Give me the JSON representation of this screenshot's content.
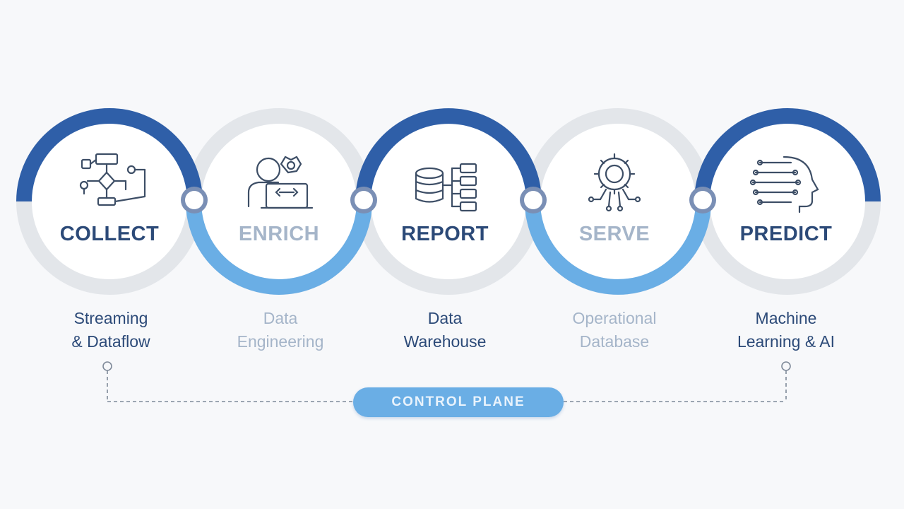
{
  "colors": {
    "dark_blue": "#2f5fa8",
    "light_blue": "#6aaee5",
    "ring_grey": "#e3e6ea",
    "text_dark": "#2c4a78",
    "text_light": "#a5b5c9"
  },
  "stages": [
    {
      "title": "COLLECT",
      "desc_line1": "Streaming",
      "desc_line2": "& Dataflow",
      "icon": "flowchart-icon"
    },
    {
      "title": "ENRICH",
      "desc_line1": "Data",
      "desc_line2": "Engineering",
      "icon": "engineer-laptop-icon"
    },
    {
      "title": "REPORT",
      "desc_line1": "Data",
      "desc_line2": "Warehouse",
      "icon": "database-tree-icon"
    },
    {
      "title": "SERVE",
      "desc_line1": "Operational",
      "desc_line2": "Database",
      "icon": "gear-circuit-icon"
    },
    {
      "title": "PREDICT",
      "desc_line1": "Machine",
      "desc_line2": "Learning & AI",
      "icon": "ai-head-icon"
    }
  ],
  "control_plane": {
    "label": "CONTROL PLANE"
  }
}
